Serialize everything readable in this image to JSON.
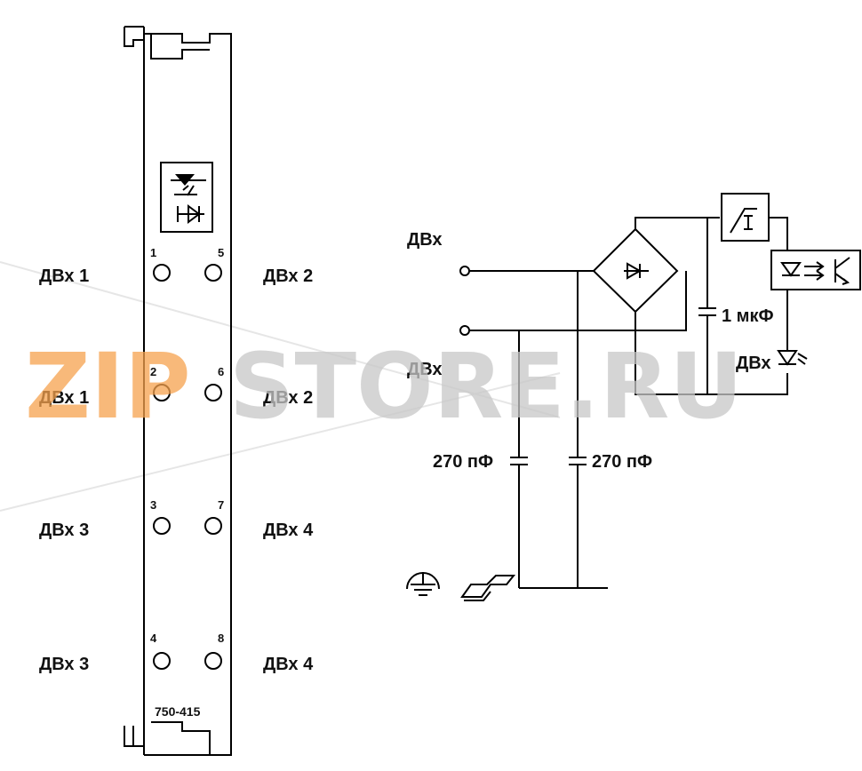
{
  "watermark": {
    "part1": "ZIP",
    "part2": "STORE.RU",
    "color1": "#f6a24e",
    "color2": "#c8c8c8"
  },
  "module": {
    "model": "750-415",
    "terminals": [
      {
        "left_label": "ДВх 1",
        "left_num": "1",
        "right_num": "5",
        "right_label": "ДВх 2"
      },
      {
        "left_label": "ДВх 1",
        "left_num": "2",
        "right_num": "6",
        "right_label": "ДВх 2"
      },
      {
        "left_label": "ДВх 3",
        "left_num": "3",
        "right_num": "7",
        "right_label": "ДВх 4"
      },
      {
        "left_label": "ДВх 3",
        "left_num": "4",
        "right_num": "8",
        "right_label": "ДВх 4"
      }
    ]
  },
  "schematic": {
    "input_top_label": "ДВх",
    "input_bottom_label": "ДВх",
    "cap_1_label": "270 пФ",
    "cap_2_label": "270 пФ",
    "cap_main_label": "1 мкФ",
    "led_label": "ДВх",
    "icons": [
      "bridge-rectifier-icon",
      "schmitt-trigger-icon",
      "optocoupler-icon",
      "led-icon",
      "protective-earth-icon",
      "din-rail-icon"
    ]
  }
}
